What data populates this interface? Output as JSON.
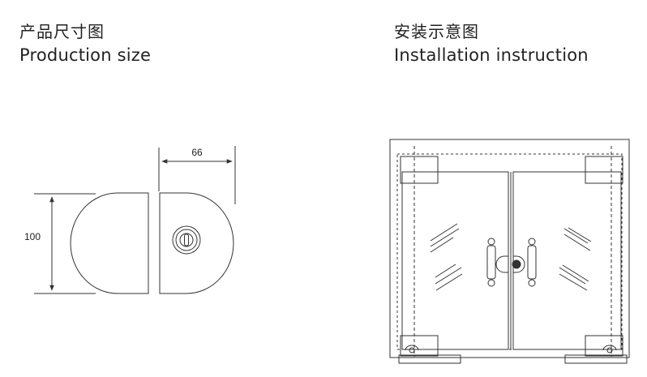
{
  "product_size": {
    "title_cn": "产品尺寸图",
    "title_en": "Production size",
    "dimension_width": "66",
    "dimension_height": "100"
  },
  "installation": {
    "title_cn": "安装示意图",
    "title_en": "Installation instruction"
  },
  "colors": {
    "line": "#333333",
    "fill": "#ffffff"
  }
}
